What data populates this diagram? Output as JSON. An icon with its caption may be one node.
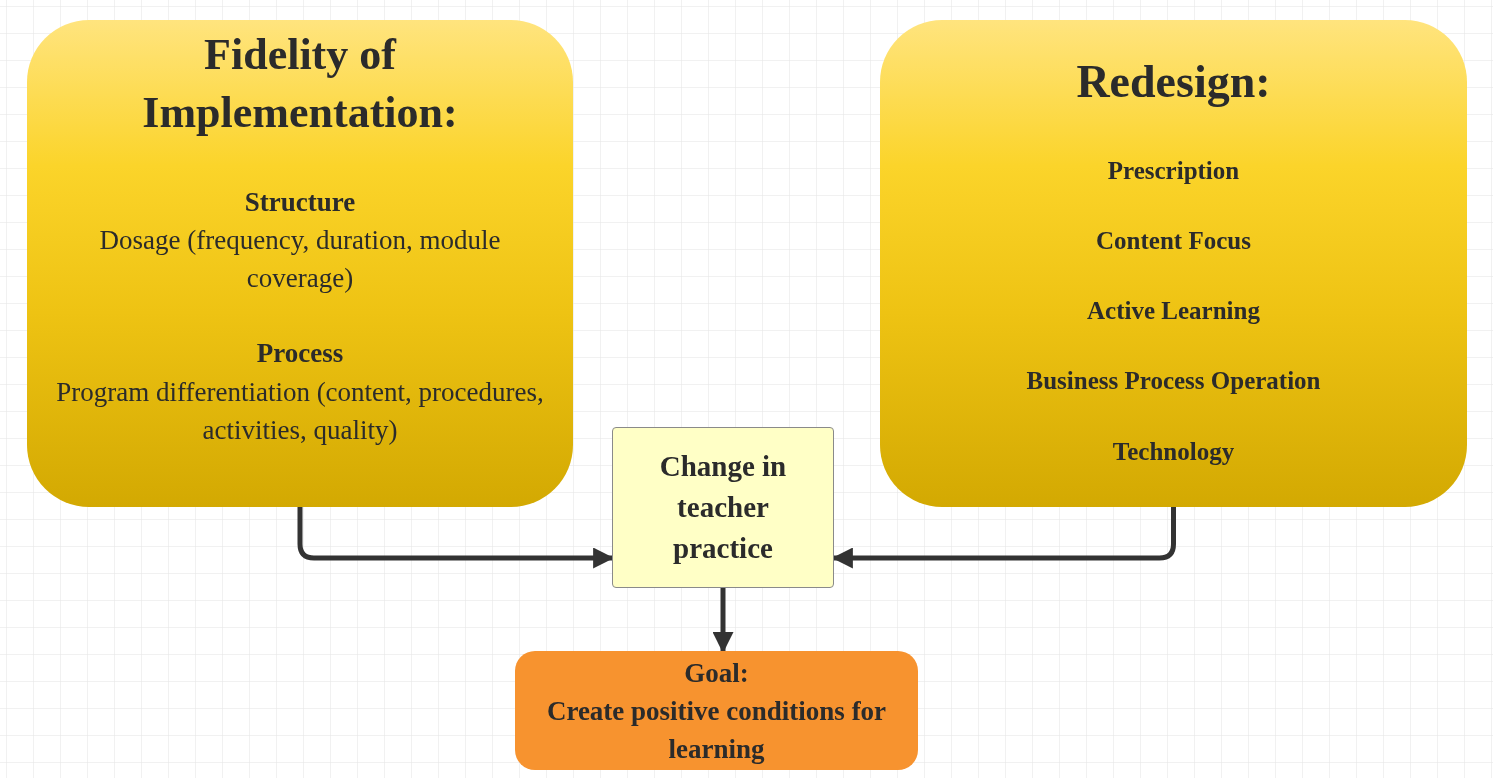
{
  "diagram": {
    "nodes": [
      {
        "text": [
          "Fidelity of Implementation:",
          "Structure",
          "Dosage (frequency, duration, module coverage)",
          "Process",
          "Program differentiation (content, procedures, activities, quality)"
        ]
      },
      {
        "text": [
          "Redesign:",
          "Prescription",
          "Content Focus",
          "Active Learning",
          "Business Process Operation",
          "Technology"
        ]
      },
      {
        "text": [
          "Change in teacher practice"
        ]
      },
      {
        "text": [
          "Goal:",
          "Create positive conditions for learning"
        ]
      }
    ],
    "edges": [
      {
        "from": 0,
        "to": 2,
        "arrow": "to"
      },
      {
        "from": 1,
        "to": 2,
        "arrow": "to"
      },
      {
        "from": 2,
        "to": 3,
        "arrow": "to"
      }
    ]
  }
}
